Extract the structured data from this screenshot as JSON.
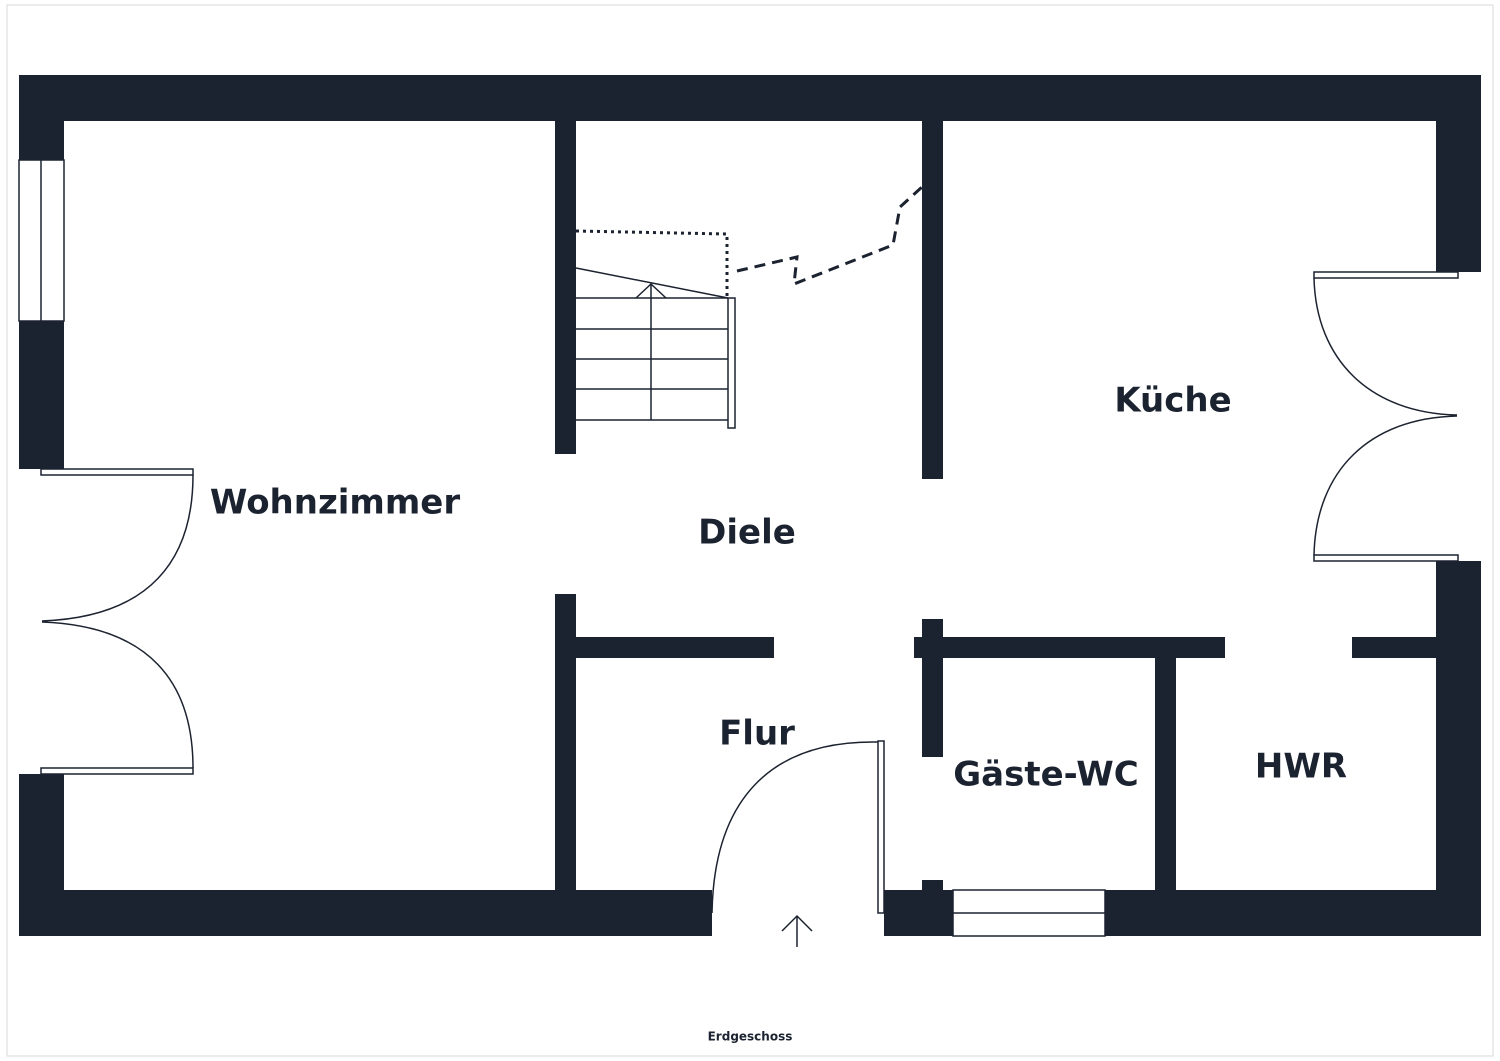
{
  "colors": {
    "wall": "#1c2330",
    "background": "#ffffff",
    "frame": "#d9d9d9"
  },
  "rooms": {
    "wohnzimmer": "Wohnzimmer",
    "diele": "Diele",
    "kueche": "Küche",
    "flur": "Flur",
    "gaeste_wc": "Gäste-WC",
    "hwr": "HWR"
  },
  "caption": "Erdgeschoss",
  "icons": {
    "entrance": "arrow-up-icon"
  }
}
